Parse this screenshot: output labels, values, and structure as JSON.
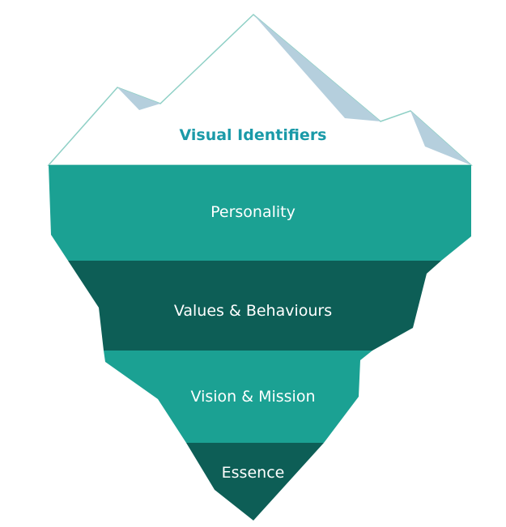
{
  "colors": {
    "light": "#1ba193",
    "dark": "#0d5e56",
    "shadow": "#b5cfdd",
    "outline": "#8fd0c6",
    "title": "#1a9aa8"
  },
  "layers": {
    "tip": "Visual Identifiers",
    "l1": "Personality",
    "l2": "Values & Behaviours",
    "l3": "Vision & Mission",
    "l4": "Essence"
  }
}
